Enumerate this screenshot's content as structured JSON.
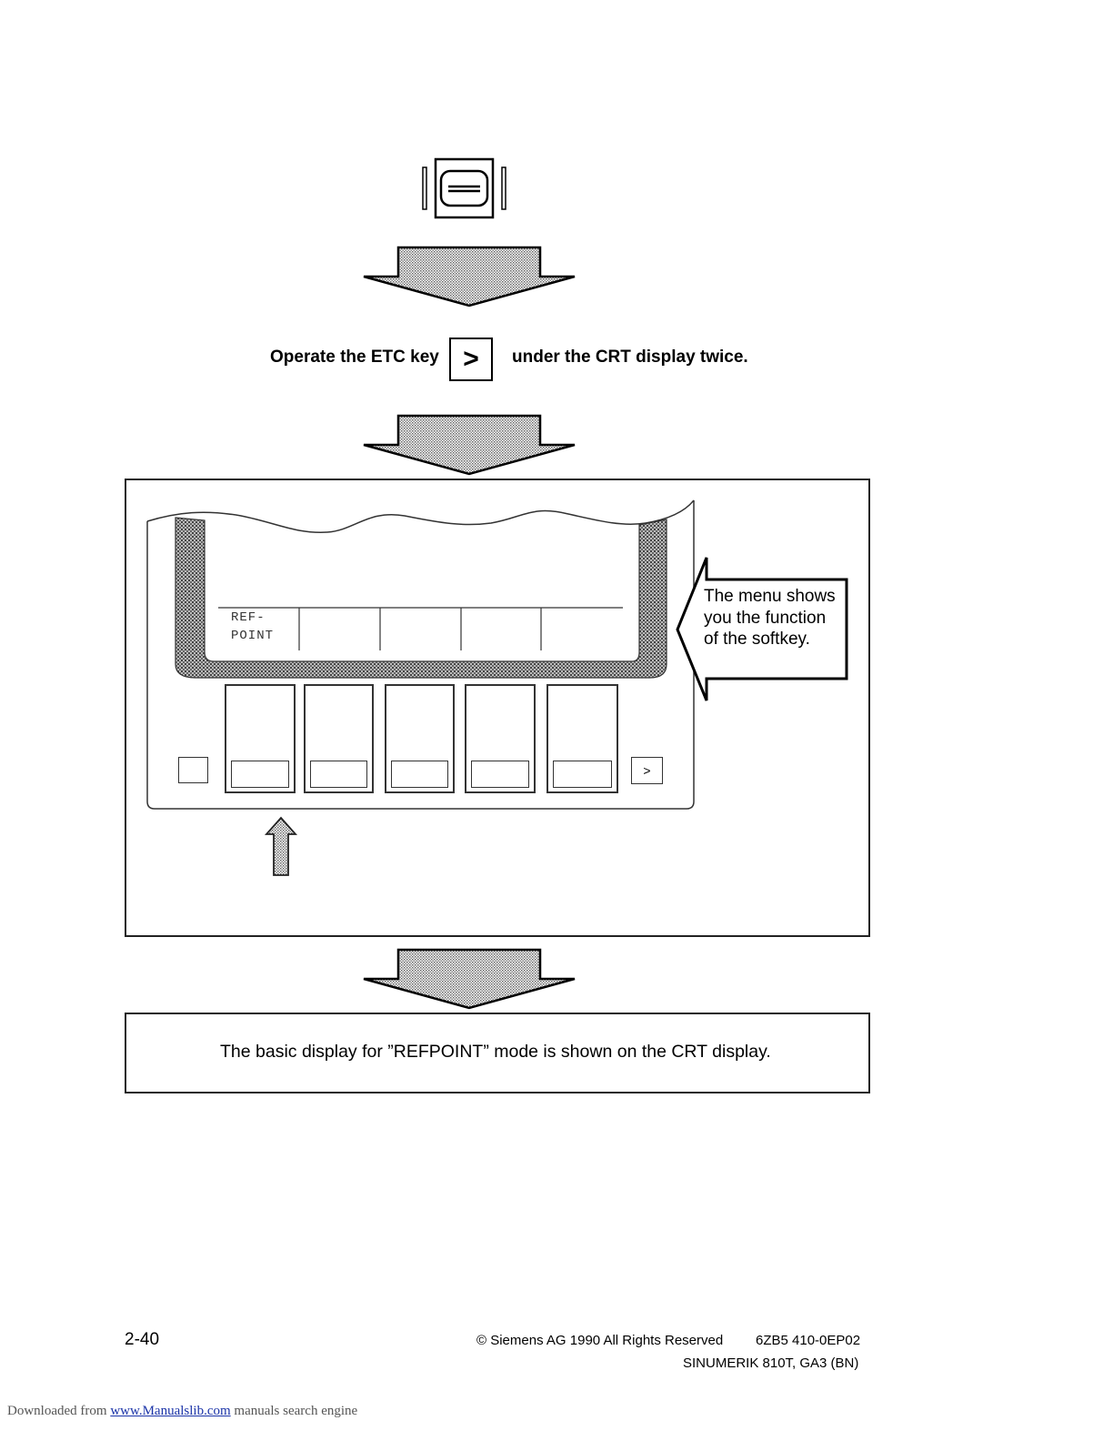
{
  "instruction": {
    "before": "Operate the ETC key",
    "key_symbol": ">",
    "after": "under the CRT display twice."
  },
  "screen": {
    "softkey_label_line1": "REF-",
    "softkey_label_line2": "POINT",
    "etc_key_symbol": ">"
  },
  "callout": {
    "text": "The menu shows you the function of the softkey."
  },
  "result": {
    "text": "The basic display for ”REFPOINT” mode is shown on the CRT display."
  },
  "footer": {
    "page_number": "2-40",
    "copyright": "© Siemens AG 1990 All Rights Reserved",
    "order_number": "6ZB5 410-0EP02",
    "product": "SINUMERIK 810T, GA3 (BN)"
  },
  "download": {
    "prefix": "Downloaded from",
    "link_text": "www.Manualslib.com",
    "suffix": "manuals search engine"
  },
  "icons": [
    "crt-display-icon",
    "down-arrow-icon",
    "up-arrow-icon",
    "left-callout-arrow-icon"
  ]
}
